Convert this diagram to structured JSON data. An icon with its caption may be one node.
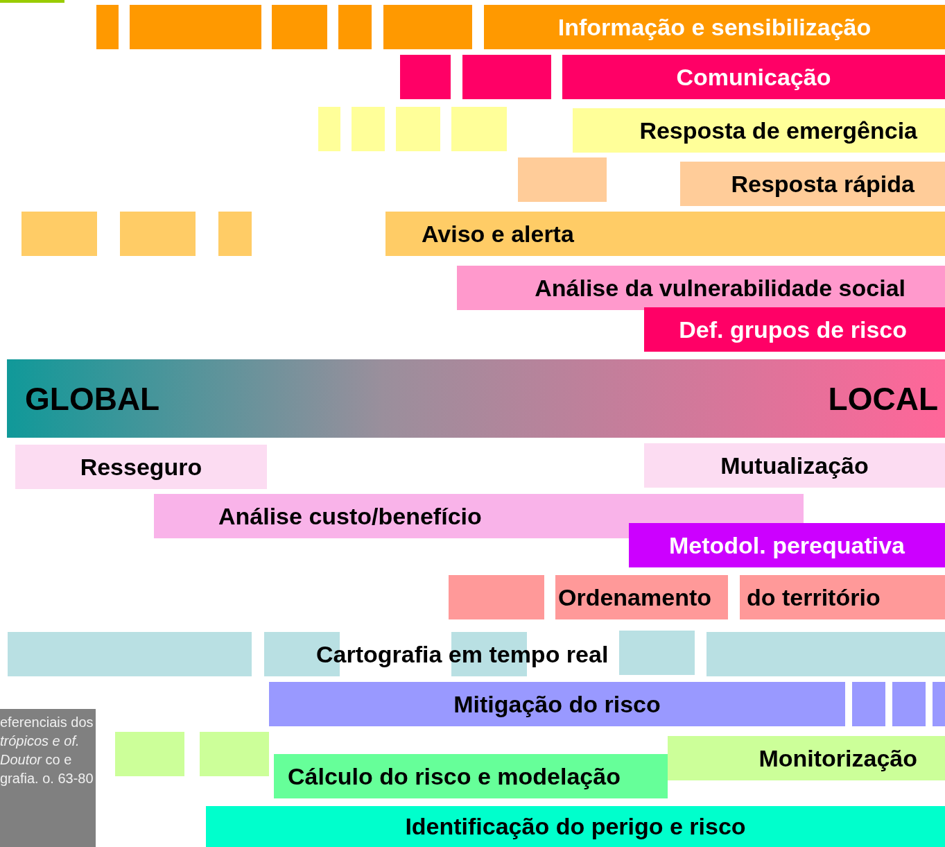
{
  "diagram": {
    "nodes": [
      {
        "text": [],
        "shape": "bar"
      },
      {
        "text": [],
        "shape": "bar"
      },
      {
        "text": [],
        "shape": "bar"
      },
      {
        "text": [],
        "shape": "bar"
      },
      {
        "text": [],
        "shape": "bar"
      },
      {
        "text": [
          "Informação e sensibilização"
        ]
      },
      {
        "text": [],
        "shape": "bar"
      },
      {
        "text": [],
        "shape": "bar"
      },
      {
        "text": [
          "Comunicação"
        ]
      },
      {
        "text": [],
        "shape": "bar"
      },
      {
        "text": [],
        "shape": "bar"
      },
      {
        "text": [],
        "shape": "bar"
      },
      {
        "text": [],
        "shape": "bar"
      },
      {
        "text": [
          "Resposta de emergência"
        ]
      },
      {
        "text": [],
        "shape": "bar"
      },
      {
        "text": [
          "Resposta rápida"
        ]
      },
      {
        "text": [],
        "shape": "bar"
      },
      {
        "text": [],
        "shape": "bar"
      },
      {
        "text": [],
        "shape": "bar"
      },
      {
        "text": [
          "Aviso e alerta"
        ]
      },
      {
        "text": [
          "Análise da vulnerabilidade social"
        ]
      },
      {
        "text": [
          "Def. grupos de risco"
        ]
      },
      {
        "text": [
          "GLOBAL",
          "LOCAL"
        ]
      },
      {
        "text": [
          "Resseguro"
        ]
      },
      {
        "text": [
          "Mutualização"
        ]
      },
      {
        "text": [
          "Análise custo/benefício"
        ]
      },
      {
        "text": [
          "Metodol. perequativa"
        ]
      },
      {
        "text": [],
        "shape": "bar"
      },
      {
        "text": [
          "Ordenamento"
        ]
      },
      {
        "text": [
          "do território"
        ]
      },
      {
        "text": [],
        "shape": "bar"
      },
      {
        "text": [],
        "shape": "bar"
      },
      {
        "text": [],
        "shape": "bar"
      },
      {
        "text": [],
        "shape": "bar"
      },
      {
        "text": [],
        "shape": "bar"
      },
      {
        "text": [
          "Mitigação do risco"
        ]
      },
      {
        "text": [],
        "shape": "bar"
      },
      {
        "text": [],
        "shape": "bar"
      },
      {
        "text": [],
        "shape": "bar"
      },
      {
        "text": [
          "eferenciais dos *trópicos e* *of. Doutor* co e grafia. o. 63-80"
        ]
      },
      {
        "text": [],
        "shape": "bar"
      },
      {
        "text": [],
        "shape": "bar"
      },
      {
        "text": [
          "Cálculo do risco e modelação"
        ]
      },
      {
        "text": [
          "Monitorização"
        ]
      },
      {
        "text": [
          "Identificação do perigo e risco"
        ]
      }
    ],
    "labels": [
      "Cartografia em tempo real"
    ]
  }
}
